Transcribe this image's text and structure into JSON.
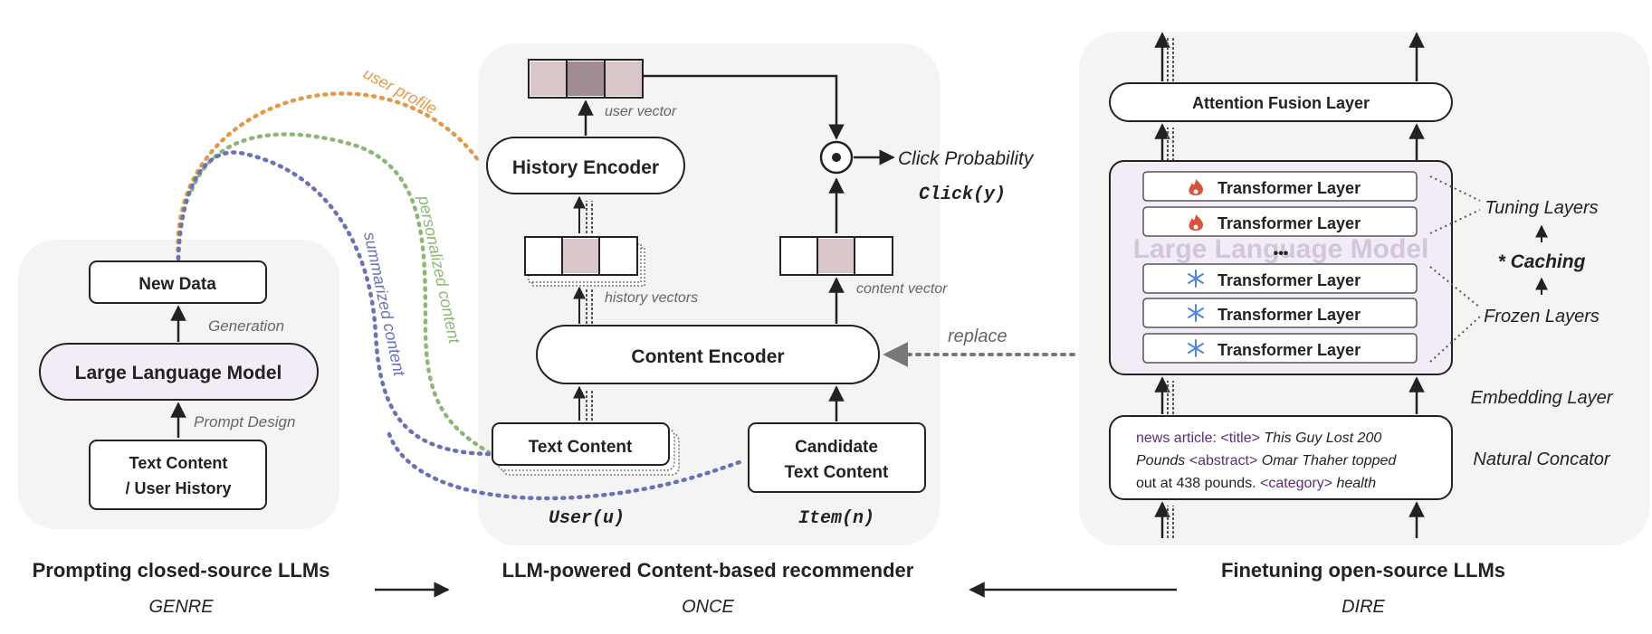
{
  "sections": {
    "left": {
      "title": "Prompting closed-source LLMs",
      "subtitle": "GENRE"
    },
    "middle": {
      "title": "LLM-powered Content-based recommender",
      "subtitle": "ONCE"
    },
    "right": {
      "title": "Finetuning open-source LLMs",
      "subtitle": "DIRE"
    }
  },
  "genre": {
    "new_data": "New Data",
    "generation": "Generation",
    "llm": "Large Language Model",
    "prompt_design": "Prompt Design",
    "input_line1": "Text Content",
    "input_line2": "/ User History"
  },
  "flows": {
    "user_profile": "user profile",
    "personalized_content": "personalized content",
    "summarized_content": "summarized content",
    "replace": "replace"
  },
  "once": {
    "user_vector": "user vector",
    "history_encoder": "History Encoder",
    "history_vectors": "history vectors",
    "content_vector": "content vector",
    "click_probability": "Click Probability",
    "click_formula": "Click(y)",
    "content_encoder": "Content Encoder",
    "text_content": "Text Content",
    "candidate_line1": "Candidate",
    "candidate_line2": "Text Content",
    "user_label": "User(u)",
    "item_label": "Item(n)"
  },
  "dire": {
    "attention_fusion": "Attention Fusion Layer",
    "llm_watermark": "Large Language Model",
    "layers": [
      {
        "label": "Transformer Layer",
        "icon": "flame-icon"
      },
      {
        "label": "Transformer Layer",
        "icon": "flame-icon"
      },
      {
        "label": "Transformer Layer",
        "icon": "snowflake-icon"
      },
      {
        "label": "Transformer Layer",
        "icon": "snowflake-icon"
      },
      {
        "label": "Transformer Layer",
        "icon": "snowflake-icon"
      }
    ],
    "ellipsis": "•••",
    "tuning_layers": "Tuning Layers",
    "caching": "* Caching",
    "frozen_layers": "Frozen Layers",
    "embedding_layer": "Embedding Layer",
    "natural_concator": "Natural Concator",
    "input": {
      "line1_prefix": "news article: <title>",
      "line1_text": " This Guy Lost 200",
      "line2_text": "Pounds ",
      "line2_tag": "<abstract>",
      "line2_rest": " Omar Thaher topped",
      "line3_text": "out at 438 pounds. ",
      "line3_tag": "<category>",
      "line3_rest": " health"
    }
  },
  "colors": {
    "panel_bg": "#f4f4f4",
    "llm_fill": "#f1ecf5",
    "accent_purple": "#5b2d77",
    "user_profile": "#e29a4a",
    "personalized": "#8db776",
    "summarized": "#6a72b5",
    "flame": "#d9523c",
    "snow": "#4f86d9",
    "vector_highlight_dark": "#a08c91",
    "vector_highlight_light": "#d8c6c9"
  }
}
